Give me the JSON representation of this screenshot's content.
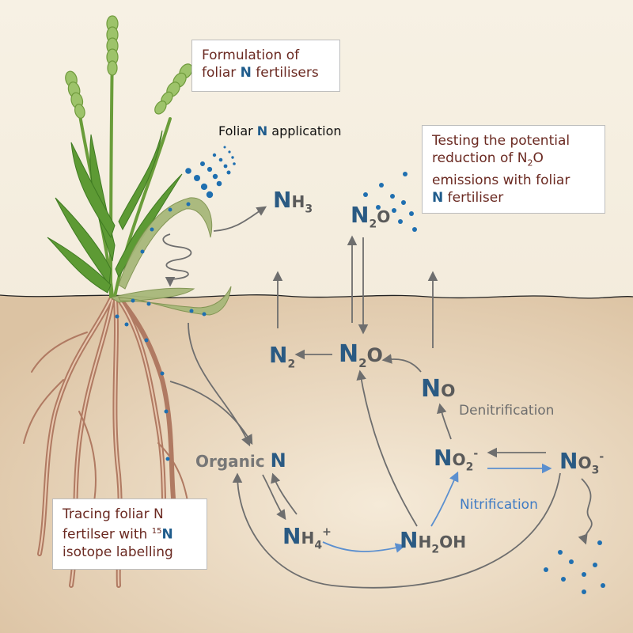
{
  "callouts": {
    "formulation": {
      "line1": "Formulation of",
      "pre": "foliar ",
      "n": "N",
      "post": " fertilisers"
    },
    "testing": {
      "line1": "Testing the potential",
      "line2_pre": "reduction of N",
      "line2_sub": "2",
      "line2_post": "O",
      "line3": "emissions with foliar",
      "n": "N",
      "line4_post": " fertiliser"
    },
    "tracing": {
      "line1": "Tracing foliar N",
      "line2_pre": "fertilser with ",
      "sup": "15",
      "n": "N",
      "line3": "isotope labelling"
    }
  },
  "foliar_application": {
    "pre": "Foliar ",
    "n": "N",
    "post": " application"
  },
  "species": {
    "nh3": {
      "el": "N",
      "rest": "H",
      "sub": "3"
    },
    "n2o_air": {
      "el": "N",
      "sub": "2",
      "rest": "O"
    },
    "n2": {
      "el": "N",
      "sub": "2"
    },
    "n2o_soil": {
      "el": "N",
      "sub": "2",
      "rest": "O"
    },
    "no": {
      "el": "N",
      "rest": "O"
    },
    "no2": {
      "el": "N",
      "rest": "O",
      "sub": "2",
      "sup": "-"
    },
    "no3": {
      "el": "N",
      "rest": "O",
      "sub": "3",
      "sup": "-"
    },
    "nh4": {
      "el": "N",
      "rest": "H",
      "sub": "4",
      "sup": "+"
    },
    "nh2oh": {
      "el": "N",
      "rest1": "H",
      "sub": "2",
      "rest2": "OH"
    },
    "organic": {
      "pre": "Organic ",
      "n": "N"
    }
  },
  "processes": {
    "denitrification": "Denitrification",
    "nitrification": "Nitrification"
  },
  "colors": {
    "accent_blue": "#2a5a83",
    "dot_blue": "#1f6fb0",
    "callout_text": "#6b2a22",
    "arrow_gray": "#6e6e6e",
    "nitrification_blue": "#5b8fcf",
    "soil": "#e6d2b8"
  }
}
